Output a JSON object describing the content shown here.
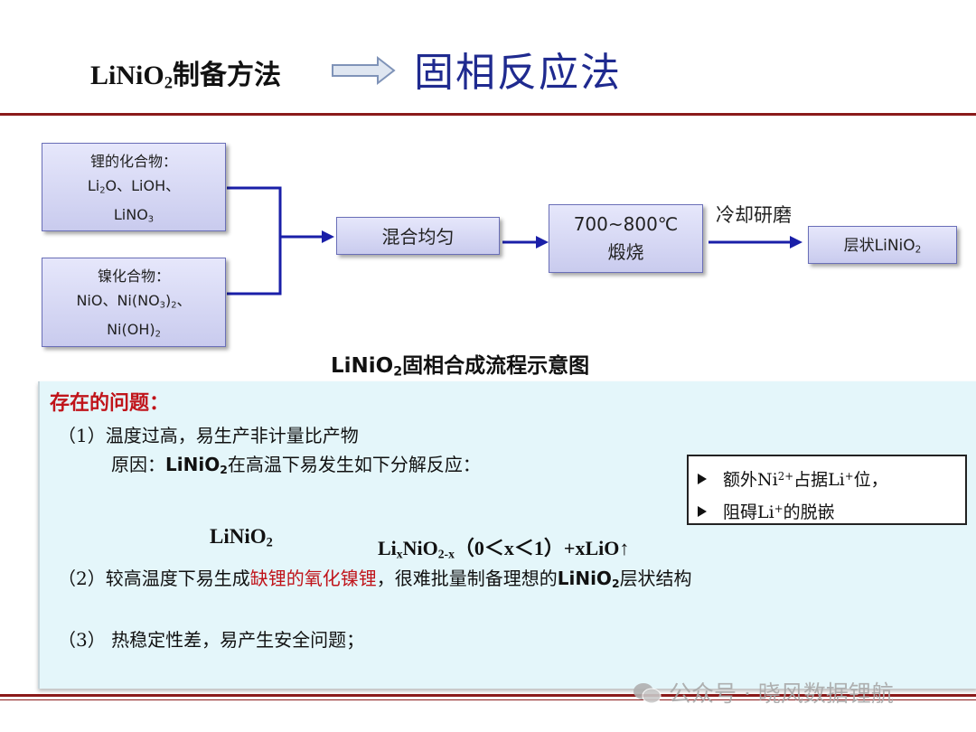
{
  "header": {
    "left_text": "LiNiO",
    "left_sub": "2",
    "left_tail": "制备方法",
    "main_title": "固相反应法"
  },
  "flow": {
    "box_a": {
      "line1": "锂的化合物：",
      "line2_a": "Li",
      "line2_sub": "2",
      "line2_b": "O、LiOH、",
      "line3_a": "LiNO",
      "line3_sub": "3"
    },
    "box_b": {
      "line1": "镍化合物：",
      "line2_a": "NiO、Ni(NO",
      "line2_sub": "3",
      "line2_b": ")",
      "line2_sub2": "2",
      "line2_c": "、",
      "line3_a": "Ni(OH)",
      "line3_sub": "2"
    },
    "box_c": "混合均匀",
    "box_d": {
      "line1": "700~800℃",
      "line2": "煅烧"
    },
    "cool_label": "冷却研磨",
    "box_e": {
      "a": "层状LiNiO",
      "sub": "2"
    }
  },
  "caption": {
    "a": "LiNiO",
    "sub": "2",
    "b": "固相合成流程示意图"
  },
  "issues": {
    "title": "存在的问题：",
    "item1": "（1）温度过高，易生产非计量比产物",
    "reason_a": "原因：",
    "reason_b": "LiNiO",
    "reason_sub": "2",
    "reason_c": "在高温下易发生如下分解反应：",
    "note1_a": "额外Ni",
    "note1_sup": "2+",
    "note1_b": "占据Li",
    "note1_sup2": "+",
    "note1_c": "位，",
    "note2_a": "阻碍Li",
    "note2_sup": "+",
    "note2_b": "的脱嵌",
    "eq_left_a": "LiNiO",
    "eq_left_sub": "2",
    "eq_r1": "Li",
    "eq_r1_sub": "x",
    "eq_r2": "NiO",
    "eq_r2_sub": "2-x",
    "eq_r3": "（0＜x＜1）+xLiO↑",
    "item2_a": "（2）较高温度下易生成",
    "item2_red": "缺锂的氧化镍锂",
    "item2_b": "，很难批量制备理想的",
    "item2_c": "LiNiO",
    "item2_sub": "2",
    "item2_d": "层状结构",
    "item3": "（3） 热稳定性差，易产生安全问题；"
  },
  "watermark": "公众号 · 晓风数据锂航",
  "colors": {
    "title_blue": "#1f2a8f",
    "rule_red": "#8b1a1a",
    "arrow_blue": "#1a1fa8",
    "issue_red": "#c0141a",
    "panel_bg": "#e4f6fa"
  }
}
